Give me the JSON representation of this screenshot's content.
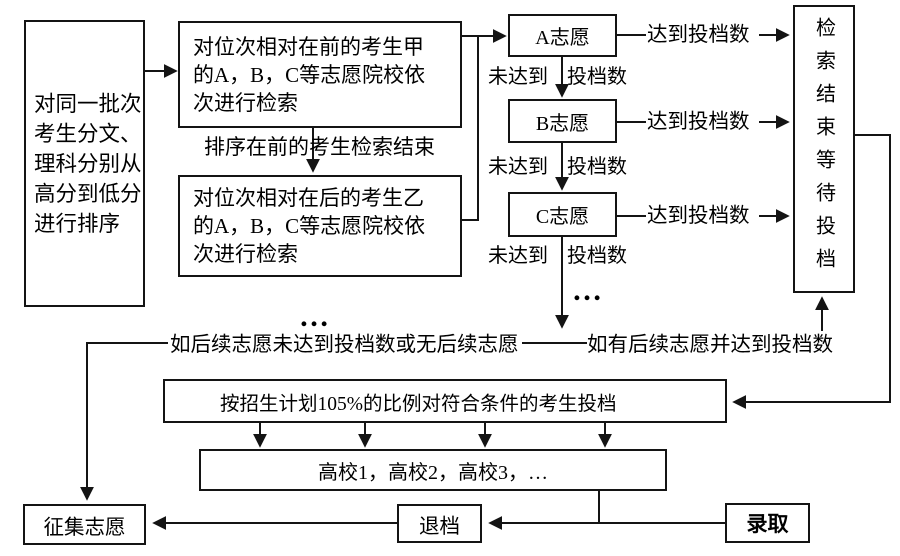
{
  "diagram": {
    "sort_box": "对同一批次\n考生分文、\n理科分别从\n高分到低分\n进行排序",
    "search_first_box": "对位次相对在前的考生甲\n的A，B，C等志愿院校依\n次进行检索",
    "first_done_label": "排序在前的考生检索结束",
    "search_next_box": "对位次相对在后的考生乙\n的A，B，C等志愿院校依\n次进行检索",
    "choice_a": "A志愿",
    "choice_b": "B志愿",
    "choice_c": "C志愿",
    "wait_box": "检索结束等待投档",
    "reach_a": "达到投档数",
    "reach_b": "达到投档数",
    "reach_c": "达到投档数",
    "miss_a": {
      "left": "未达到",
      "right": "投档数"
    },
    "miss_b": {
      "left": "未达到",
      "right": "投档数"
    },
    "miss_c": {
      "left": "未达到",
      "right": "投档数"
    },
    "ellipsis_next": "…",
    "ellipsis_c": "…",
    "no_more_label": "如后续志愿未达到投档数或无后续志愿",
    "has_more_label": "如有后续志愿并达到投档数",
    "dispatch_box": "按招生计划105%的比例对符合条件的考生投档",
    "colleges_box": "高校1，高校2，高校3，…",
    "collect_box": "征集志愿",
    "reject_box": "退档",
    "admit_box": "录取"
  },
  "colors": {
    "line": "#141414",
    "background": "#ffffff"
  }
}
